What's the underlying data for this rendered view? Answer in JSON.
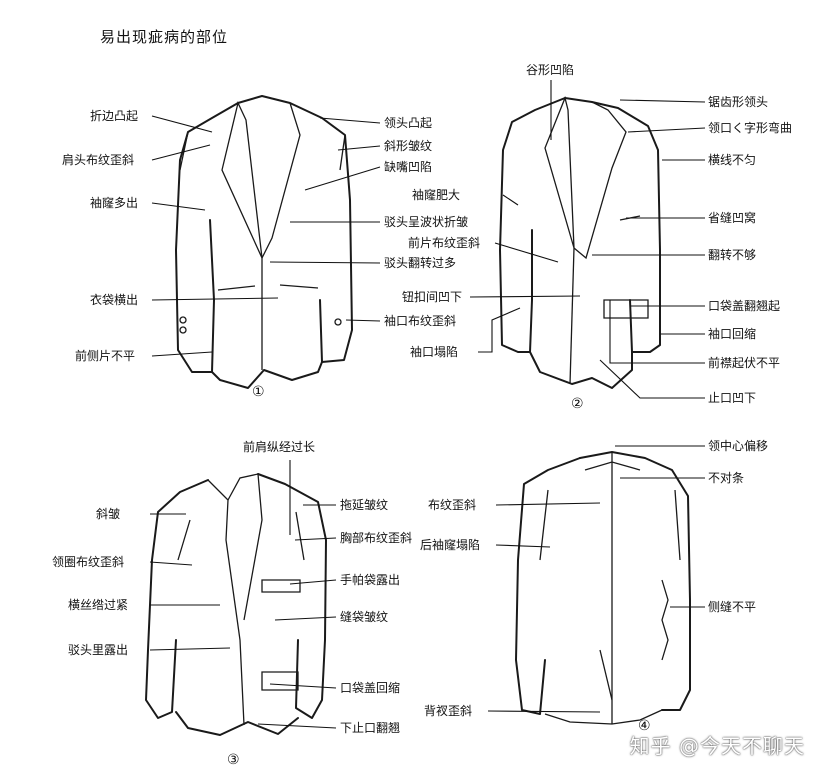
{
  "title": "易出现疵病的部位",
  "figures": [
    {
      "number": "①",
      "labels": [
        "折边凸起",
        "肩头布纹歪斜",
        "袖窿多出",
        "衣袋横出",
        "前侧片不平",
        "领头凸起",
        "斜形皱纹",
        "缺嘴凹陷",
        "驳头呈波状折皱",
        "驳头翻转过多",
        "袖口布纹歪斜"
      ]
    },
    {
      "number": "②",
      "labels": [
        "谷形凹陷",
        "袖窿肥大",
        "前片布纹歪斜",
        "钮扣间凹下",
        "袖口塌陷",
        "锯齿形领头",
        "领口く字形弯曲",
        "横线不匀",
        "省缝凹窝",
        "翻转不够",
        "口袋盖翻翘起",
        "袖口回缩",
        "前襟起伏不平",
        "止口凹下"
      ]
    },
    {
      "number": "③",
      "labels": [
        "前肩纵经过长",
        "斜皱",
        "领圈布纹歪斜",
        "横丝绺过紧",
        "驳头里露出",
        "拖延皱纹",
        "胸部布纹歪斜",
        "手帕袋露出",
        "缝袋皱纹",
        "口袋盖回缩",
        "下止口翻翘"
      ]
    },
    {
      "number": "④",
      "labels": [
        "领中心偏移",
        "不对条",
        "布纹歪斜",
        "后袖窿塌陷",
        "侧缝不平",
        "背衩歪斜"
      ]
    }
  ],
  "watermark": "知乎 @今天不聊天"
}
